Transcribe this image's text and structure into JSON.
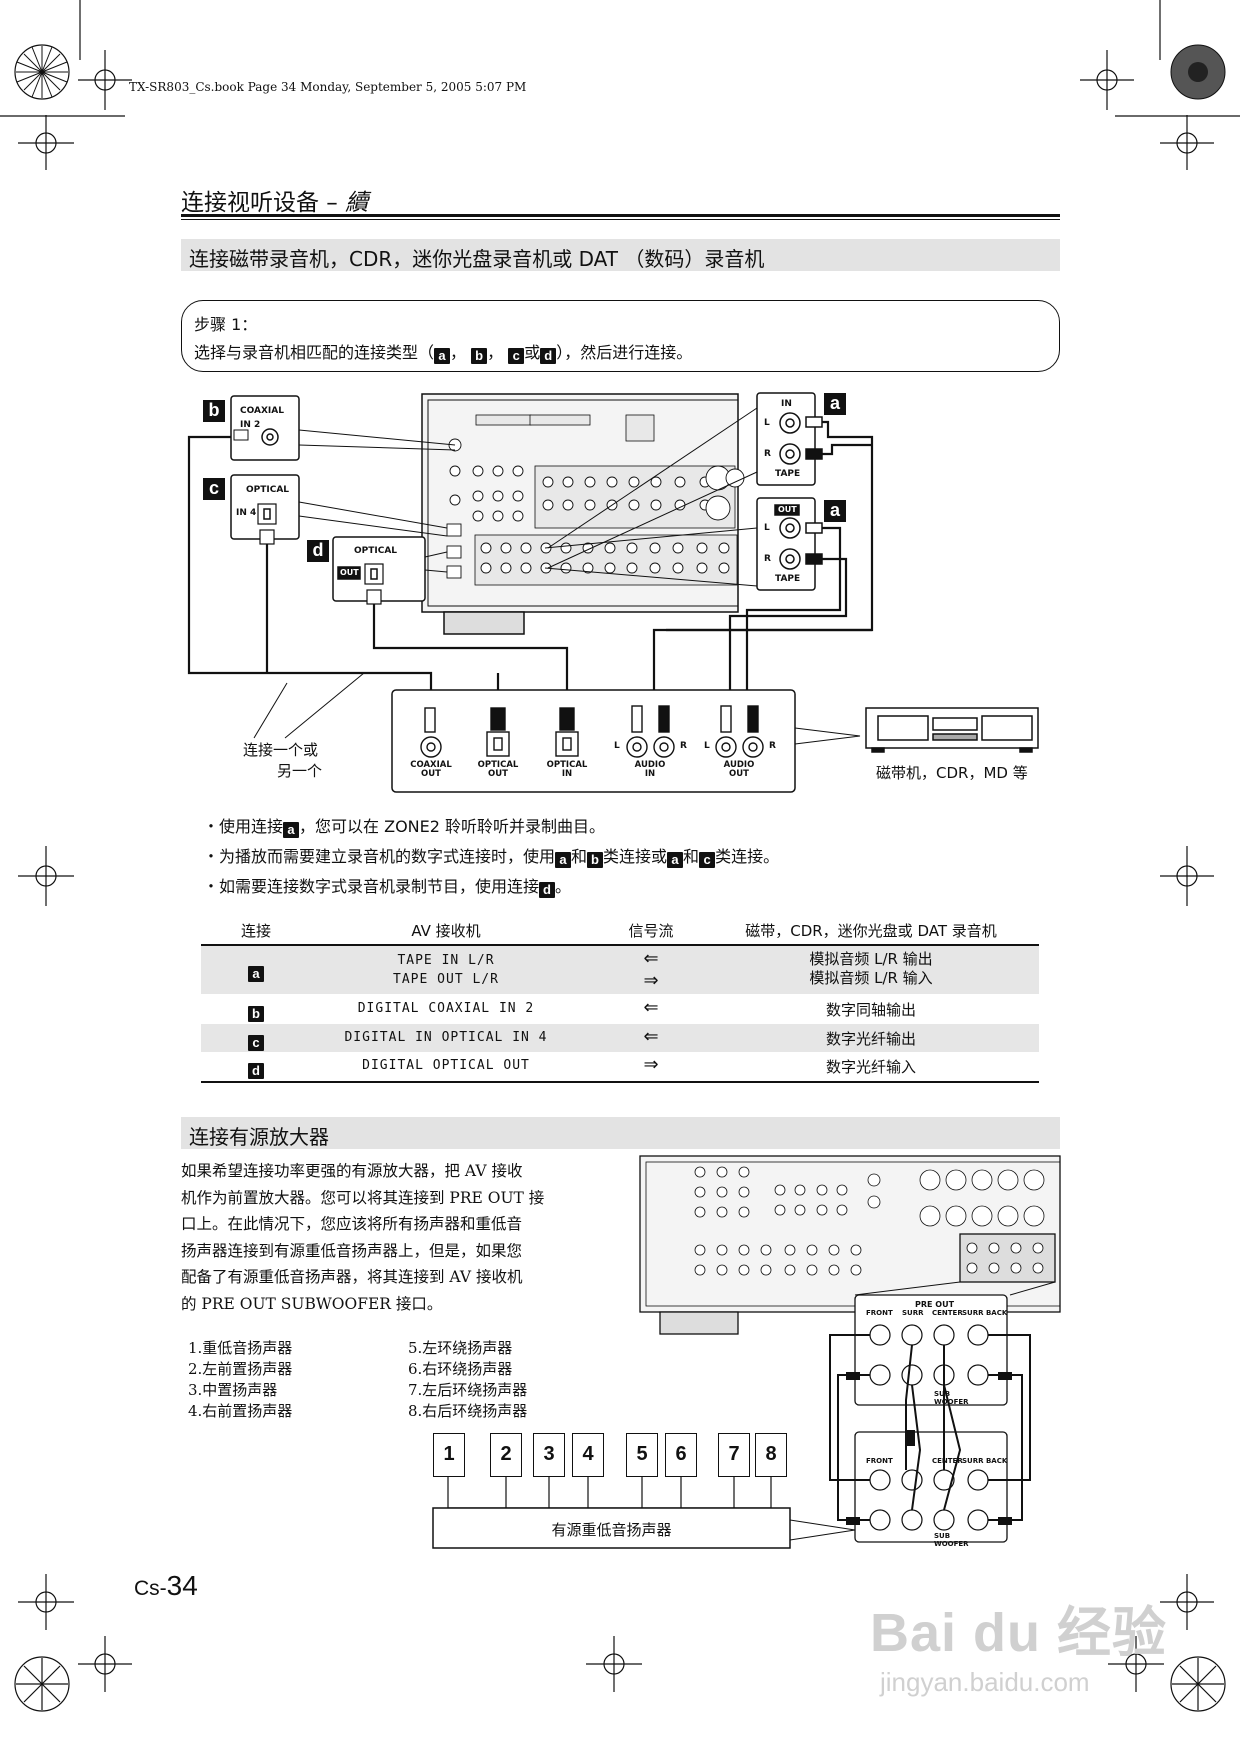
{
  "header": {
    "file_info": "TX-SR803_Cs.book  Page 34  Monday, September 5, 2005  5:07 PM",
    "page_title": "连接视听设备 – ",
    "page_title_cont": "續"
  },
  "section1": {
    "title": "连接磁带录音机，CDR，迷你光盘录音机或 DAT （数码）录音机",
    "step_label": "步骤 1：",
    "step_text_pre": "选择与录音机相匹配的连接类型（",
    "step_sep1": "，",
    "step_sep2": "，",
    "step_or": "或",
    "step_text_post": "），然后进行连接。",
    "badges": [
      "a",
      "b",
      "c",
      "d"
    ]
  },
  "diagram1": {
    "coaxial_label": "COAXIAL",
    "in2_label": "IN 2",
    "optical_label": "OPTICAL",
    "in4_label": "IN 4",
    "optical_d_label": "OPTICAL",
    "out_label": "OUT",
    "in_label": "IN",
    "tape_label": "TAPE",
    "l_label": "L",
    "r_label": "R",
    "connect_note_line1": "连接一个或",
    "connect_note_line2": "另一个",
    "recorder_caption": "磁带机，CDR，MD 等",
    "recorder_ports": [
      {
        "line1": "COAXIAL",
        "line2": "OUT"
      },
      {
        "line1": "OPTICAL",
        "line2": "OUT"
      },
      {
        "line1": "OPTICAL",
        "line2": "IN"
      },
      {
        "line1": "AUDIO",
        "line2": "IN"
      },
      {
        "line1": "AUDIO",
        "line2": "OUT"
      }
    ]
  },
  "notes": [
    {
      "pre": "・使用连接",
      "badge": "a",
      "post": "，您可以在 ZONE2 聆听聆听并录制曲目。"
    },
    {
      "pre": "・为播放而需要建立录音机的数字式连接时，使用",
      "b1": "a",
      "mid1": "和",
      "b2": "b",
      "mid2": "类连接或",
      "b3": "a",
      "mid3": "和",
      "b4": "c",
      "post": "类连接。"
    },
    {
      "pre": "・如需要连接数字式录音机录制节目，使用连接",
      "badge": "d",
      "post": "。"
    }
  ],
  "table": {
    "headers": [
      "连接",
      "AV 接收机",
      "信号流",
      "磁带，CDR，迷你光盘或 DAT 录音机"
    ],
    "rows": [
      {
        "badge": "a",
        "av": [
          "TAPE IN L/R",
          "TAPE OUT L/R"
        ],
        "flow": [
          "⇐",
          "⇒"
        ],
        "rec": [
          "模拟音频 L/R 输出",
          "模拟音频 L/R 输入"
        ]
      },
      {
        "badge": "b",
        "av": [
          "DIGITAL COAXIAL IN 2"
        ],
        "flow": [
          "⇐"
        ],
        "rec": [
          "数字同轴输出"
        ]
      },
      {
        "badge": "c",
        "av": [
          "DIGITAL IN OPTICAL IN 4"
        ],
        "flow": [
          "⇐"
        ],
        "rec": [
          "数字光纤输出"
        ]
      },
      {
        "badge": "d",
        "av": [
          "DIGITAL OPTICAL OUT"
        ],
        "flow": [
          "⇒"
        ],
        "rec": [
          "数字光纤输入"
        ]
      }
    ]
  },
  "section2": {
    "title": "连接有源放大器",
    "paragraph": [
      "如果希望连接功率更强的有源放大器，把 AV 接收",
      "机作为前置放大器。您可以将其连接到 PRE OUT 接",
      "口上。在此情况下，您应该将所有扬声器和重低音",
      "扬声器连接到有源重低音扬声器上，但是，如果您",
      "配备了有源重低音扬声器，将其连接到 AV 接收机",
      "的 PRE OUT SUBWOOFER 接口。"
    ],
    "list_left": [
      "1.重低音扬声器",
      "2.左前置扬声器",
      "3.中置扬声器",
      "4.右前置扬声器"
    ],
    "list_right": [
      "5.左环绕扬声器",
      "6.右环绕扬声器",
      "7.左后环绕扬声器",
      "8.右后环绕扬声器"
    ],
    "speaker_numbers": [
      "1",
      "2",
      "3",
      "4",
      "5",
      "6",
      "7",
      "8"
    ],
    "amp_label": "有源重低音扬声器",
    "preout_label": "PRE OUT",
    "preout_cols": [
      "FRONT",
      "SURR",
      "CENTER",
      "SURR BACK"
    ],
    "sub_label": "SUB WOOFER"
  },
  "footer": {
    "page_prefix": "Cs-",
    "page_number": "34",
    "watermark_main": "Bai du 经验",
    "watermark_sub": "jingyan.baidu.com"
  }
}
